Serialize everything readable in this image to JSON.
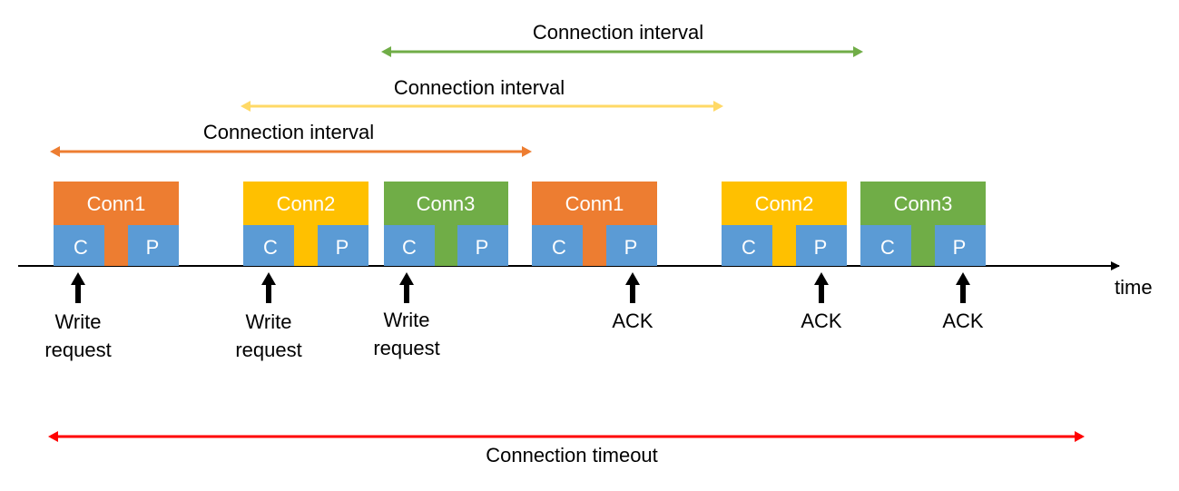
{
  "colors": {
    "orange": "#ED7D31",
    "yellow": "#FFC000",
    "green": "#70AD47",
    "blue": "#5B9BD5",
    "light_yellow": "#FFD966",
    "red": "#FF0000",
    "axis": "#000000"
  },
  "intervals": [
    {
      "label": "Connection interval",
      "color": "#70AD47"
    },
    {
      "label": "Connection interval",
      "color": "#FFD966"
    },
    {
      "label": "Connection interval",
      "color": "#ED7D31"
    }
  ],
  "timeout": {
    "label": "Connection timeout",
    "color": "#FF0000"
  },
  "axis": {
    "label": "time"
  },
  "blocks": [
    {
      "title": "Conn1",
      "color": "#ED7D31",
      "c": "C",
      "p": "P"
    },
    {
      "title": "Conn2",
      "color": "#FFC000",
      "c": "C",
      "p": "P"
    },
    {
      "title": "Conn3",
      "color": "#70AD47",
      "c": "C",
      "p": "P"
    },
    {
      "title": "Conn1",
      "color": "#ED7D31",
      "c": "C",
      "p": "P"
    },
    {
      "title": "Conn2",
      "color": "#FFC000",
      "c": "C",
      "p": "P"
    },
    {
      "title": "Conn3",
      "color": "#70AD47",
      "c": "C",
      "p": "P"
    }
  ],
  "events": [
    {
      "lines": [
        "Write",
        "request"
      ]
    },
    {
      "lines": [
        "Write",
        "request"
      ]
    },
    {
      "lines": [
        "Write",
        "request"
      ]
    },
    {
      "lines": [
        "ACK"
      ]
    },
    {
      "lines": [
        "ACK"
      ]
    },
    {
      "lines": [
        "ACK"
      ]
    }
  ]
}
